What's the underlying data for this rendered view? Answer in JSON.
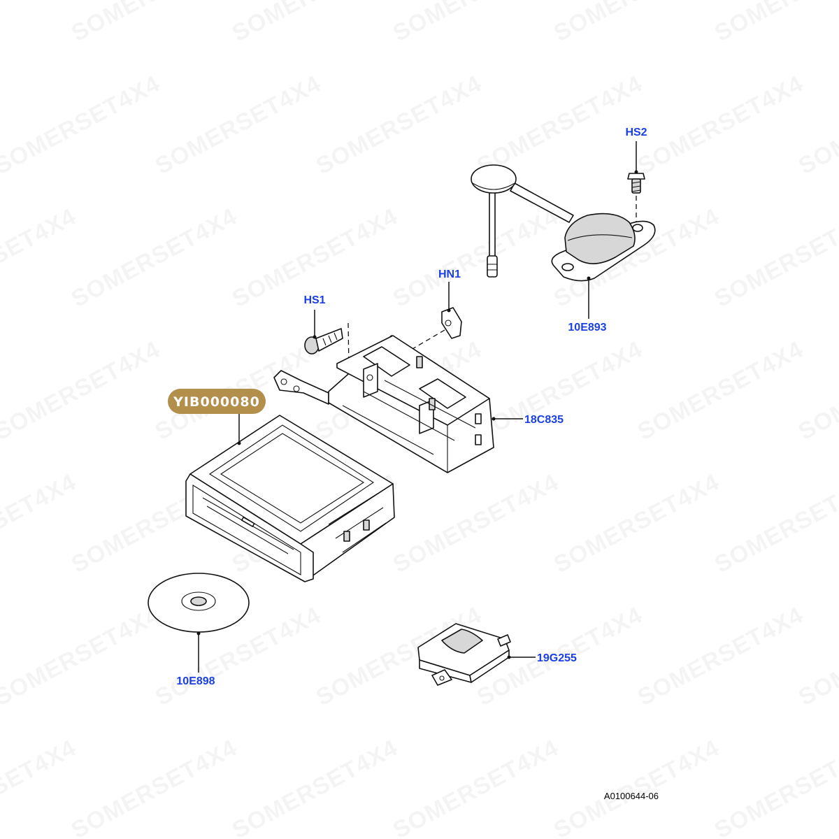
{
  "watermark": "SOMERSET4X4",
  "highlight": {
    "label": "YIB000080",
    "color": "#b38f4c"
  },
  "callouts": {
    "hs2": "HS2",
    "hn1": "HN1",
    "hs1": "HS1",
    "e893": "10E893",
    "c835": "18C835",
    "e898": "10E898",
    "g255": "19G255"
  },
  "callout_color": "#1a3fe6",
  "reference": "A0100644-06"
}
